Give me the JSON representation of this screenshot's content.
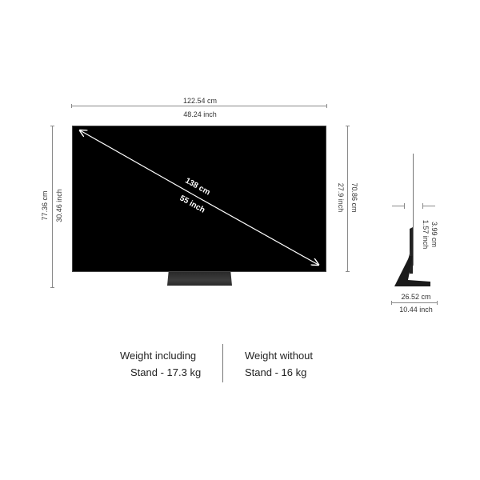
{
  "dimensions": {
    "width_cm": "122.54 cm",
    "width_inch": "48.24 inch",
    "total_height_cm": "77.36 cm",
    "total_height_inch": "30.46 inch",
    "screen_height_cm": "70.86 cm",
    "screen_height_inch": "27.9 inch",
    "diagonal_cm": "138 cm",
    "diagonal_inch": "55 inch",
    "depth_cm": "3.99 cm",
    "depth_inch": "1.57 inch",
    "stand_depth_cm": "26.52 cm",
    "stand_depth_inch": "10.44 inch"
  },
  "weights": {
    "with_stand_line1": "Weight including",
    "with_stand_line2": "Stand - 17.3 kg",
    "without_stand_line1": "Weight without",
    "without_stand_line2": "Stand - 16 kg"
  },
  "colors": {
    "screen": "#000000",
    "stand": "#2f2f2f",
    "dimension_line": "#8a8a8a",
    "background": "#ffffff"
  }
}
